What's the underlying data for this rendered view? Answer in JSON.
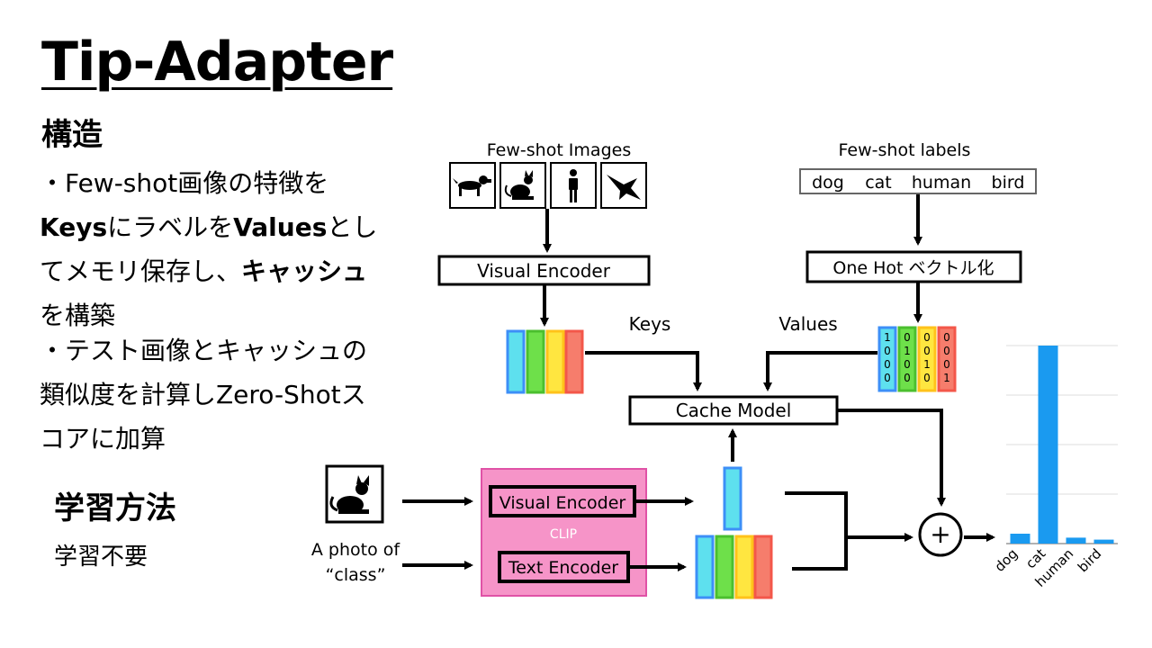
{
  "slide": {
    "title": "Tip-Adapter",
    "structure_heading": "構造",
    "bullet1": {
      "l1": "・Few-shot画像の特徴を",
      "l2a": "Keys",
      "l2b": "にラベルを",
      "l2c": "Values",
      "l2d": "とし",
      "l3a": "てメモリ保存し、",
      "l3b": "キャッシュ",
      "l4": "を構築"
    },
    "bullet2": {
      "l1": "・テスト画像とキャッシュの",
      "l2": "類似度を計算しZero-Shotス",
      "l3": "コアに加算"
    },
    "learning_heading": "学習方法",
    "learning_text": "学習不要"
  },
  "diagram": {
    "few_shot_images": "Few-shot Images",
    "few_shot_labels": "Few-shot labels",
    "labels": [
      "dog",
      "cat",
      "human",
      "bird"
    ],
    "visual_encoder_top": "Visual Encoder",
    "one_hot": "One Hot ベクトル化",
    "keys": "Keys",
    "values": "Values",
    "one_hot_columns": [
      [
        "1",
        "0",
        "0",
        "0"
      ],
      [
        "0",
        "1",
        "0",
        "0"
      ],
      [
        "0",
        "0",
        "1",
        "0"
      ],
      [
        "0",
        "0",
        "0",
        "1"
      ]
    ],
    "cache_model": "Cache Model",
    "clip_visual_encoder": "Visual Encoder",
    "clip_label": "CLIP",
    "text_encoder": "Text Encoder",
    "prompt_line1": "A photo of",
    "prompt_line2": "“class”",
    "plus": "+",
    "colors": {
      "cyan": "#5ee0ee",
      "blue": "#3d8ff7",
      "green": "#6ee04a",
      "yellow": "#ffe640",
      "red": "#f3574a",
      "clip_pink": "#f694c8",
      "clip_border": "#e052a6",
      "bar": "#1a9af0"
    }
  },
  "chart_data": {
    "type": "bar",
    "categories": [
      "dog",
      "cat",
      "human",
      "bird"
    ],
    "values": [
      0.05,
      1.0,
      0.03,
      0.02
    ],
    "ylim": [
      0,
      1.0
    ],
    "grid": true
  }
}
